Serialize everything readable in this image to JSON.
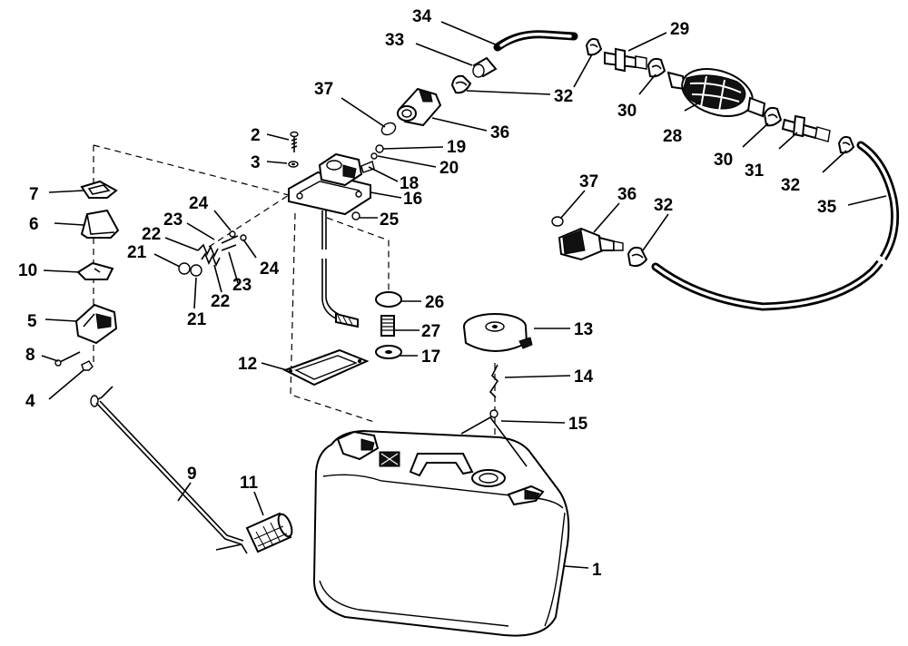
{
  "parts": [
    {
      "id": "p1",
      "number": "1"
    },
    {
      "id": "p2",
      "number": "2"
    },
    {
      "id": "p3",
      "number": "3"
    },
    {
      "id": "p4",
      "number": "4"
    },
    {
      "id": "p5",
      "number": "5"
    },
    {
      "id": "p6",
      "number": "6"
    },
    {
      "id": "p7",
      "number": "7"
    },
    {
      "id": "p8",
      "number": "8"
    },
    {
      "id": "p9",
      "number": "9"
    },
    {
      "id": "p10",
      "number": "10"
    },
    {
      "id": "p11",
      "number": "11"
    },
    {
      "id": "p12",
      "number": "12"
    },
    {
      "id": "p13",
      "number": "13"
    },
    {
      "id": "p14",
      "number": "14"
    },
    {
      "id": "p15",
      "number": "15"
    },
    {
      "id": "p16",
      "number": "16"
    },
    {
      "id": "p17",
      "number": "17"
    },
    {
      "id": "p18",
      "number": "18"
    },
    {
      "id": "p19",
      "number": "19"
    },
    {
      "id": "p20",
      "number": "20"
    },
    {
      "id": "p21a",
      "number": "21"
    },
    {
      "id": "p21b",
      "number": "21"
    },
    {
      "id": "p22a",
      "number": "22"
    },
    {
      "id": "p22b",
      "number": "22"
    },
    {
      "id": "p23a",
      "number": "23"
    },
    {
      "id": "p23b",
      "number": "23"
    },
    {
      "id": "p24a",
      "number": "24"
    },
    {
      "id": "p24b",
      "number": "24"
    },
    {
      "id": "p25",
      "number": "25"
    },
    {
      "id": "p26",
      "number": "26"
    },
    {
      "id": "p27",
      "number": "27"
    },
    {
      "id": "p28",
      "number": "28"
    },
    {
      "id": "p29",
      "number": "29"
    },
    {
      "id": "p30a",
      "number": "30"
    },
    {
      "id": "p30b",
      "number": "30"
    },
    {
      "id": "p31",
      "number": "31"
    },
    {
      "id": "p32a",
      "number": "32"
    },
    {
      "id": "p32b",
      "number": "32"
    },
    {
      "id": "p32c",
      "number": "32"
    },
    {
      "id": "p33",
      "number": "33"
    },
    {
      "id": "p34",
      "number": "34"
    },
    {
      "id": "p35",
      "number": "35"
    },
    {
      "id": "p36a",
      "number": "36"
    },
    {
      "id": "p36b",
      "number": "36"
    },
    {
      "id": "p37a",
      "number": "37"
    },
    {
      "id": "p37b",
      "number": "37"
    }
  ]
}
